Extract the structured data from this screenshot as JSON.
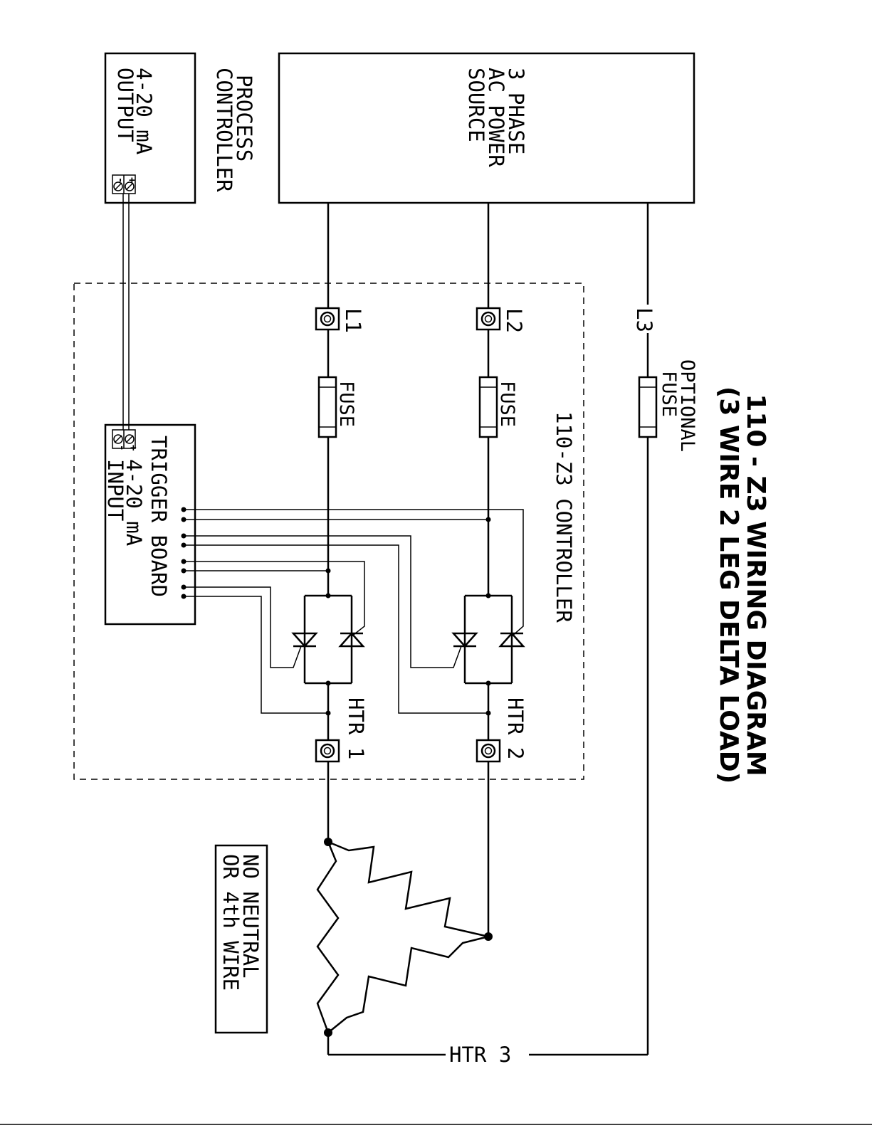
{
  "title": {
    "line1": "110 - Z3 WIRING DIAGRAM",
    "line2": "(3 WIRE 2 LEG DELTA LOAD)"
  },
  "power_source": {
    "line1": "3 PHASE",
    "line2": "AC POWER",
    "line3": "SOURCE"
  },
  "process_controller": {
    "line1": "PROCESS",
    "line2": "CONTROLLER",
    "line3": "4-20 mA",
    "line4": "OUTPUT",
    "plus": "+",
    "minus": "-"
  },
  "controller": {
    "name": "110-Z3 CONTROLLER",
    "trigger_board": "TRIGGER BOARD",
    "input_line1": "4-20 mA",
    "input_line2": "INPUT",
    "plus": "+",
    "minus": "-"
  },
  "terminals": {
    "l1": "L1",
    "l2": "L2",
    "l3": "L3",
    "htr1": "HTR 1",
    "htr2": "HTR 2",
    "htr3": "HTR 3"
  },
  "fuses": {
    "fuse1": "FUSE",
    "fuse2": "FUSE",
    "optional_line1": "OPTIONAL",
    "optional_line2": "FUSE"
  },
  "note": {
    "line1": "NO NEUTRAL",
    "line2": "OR 4th WIRE"
  }
}
